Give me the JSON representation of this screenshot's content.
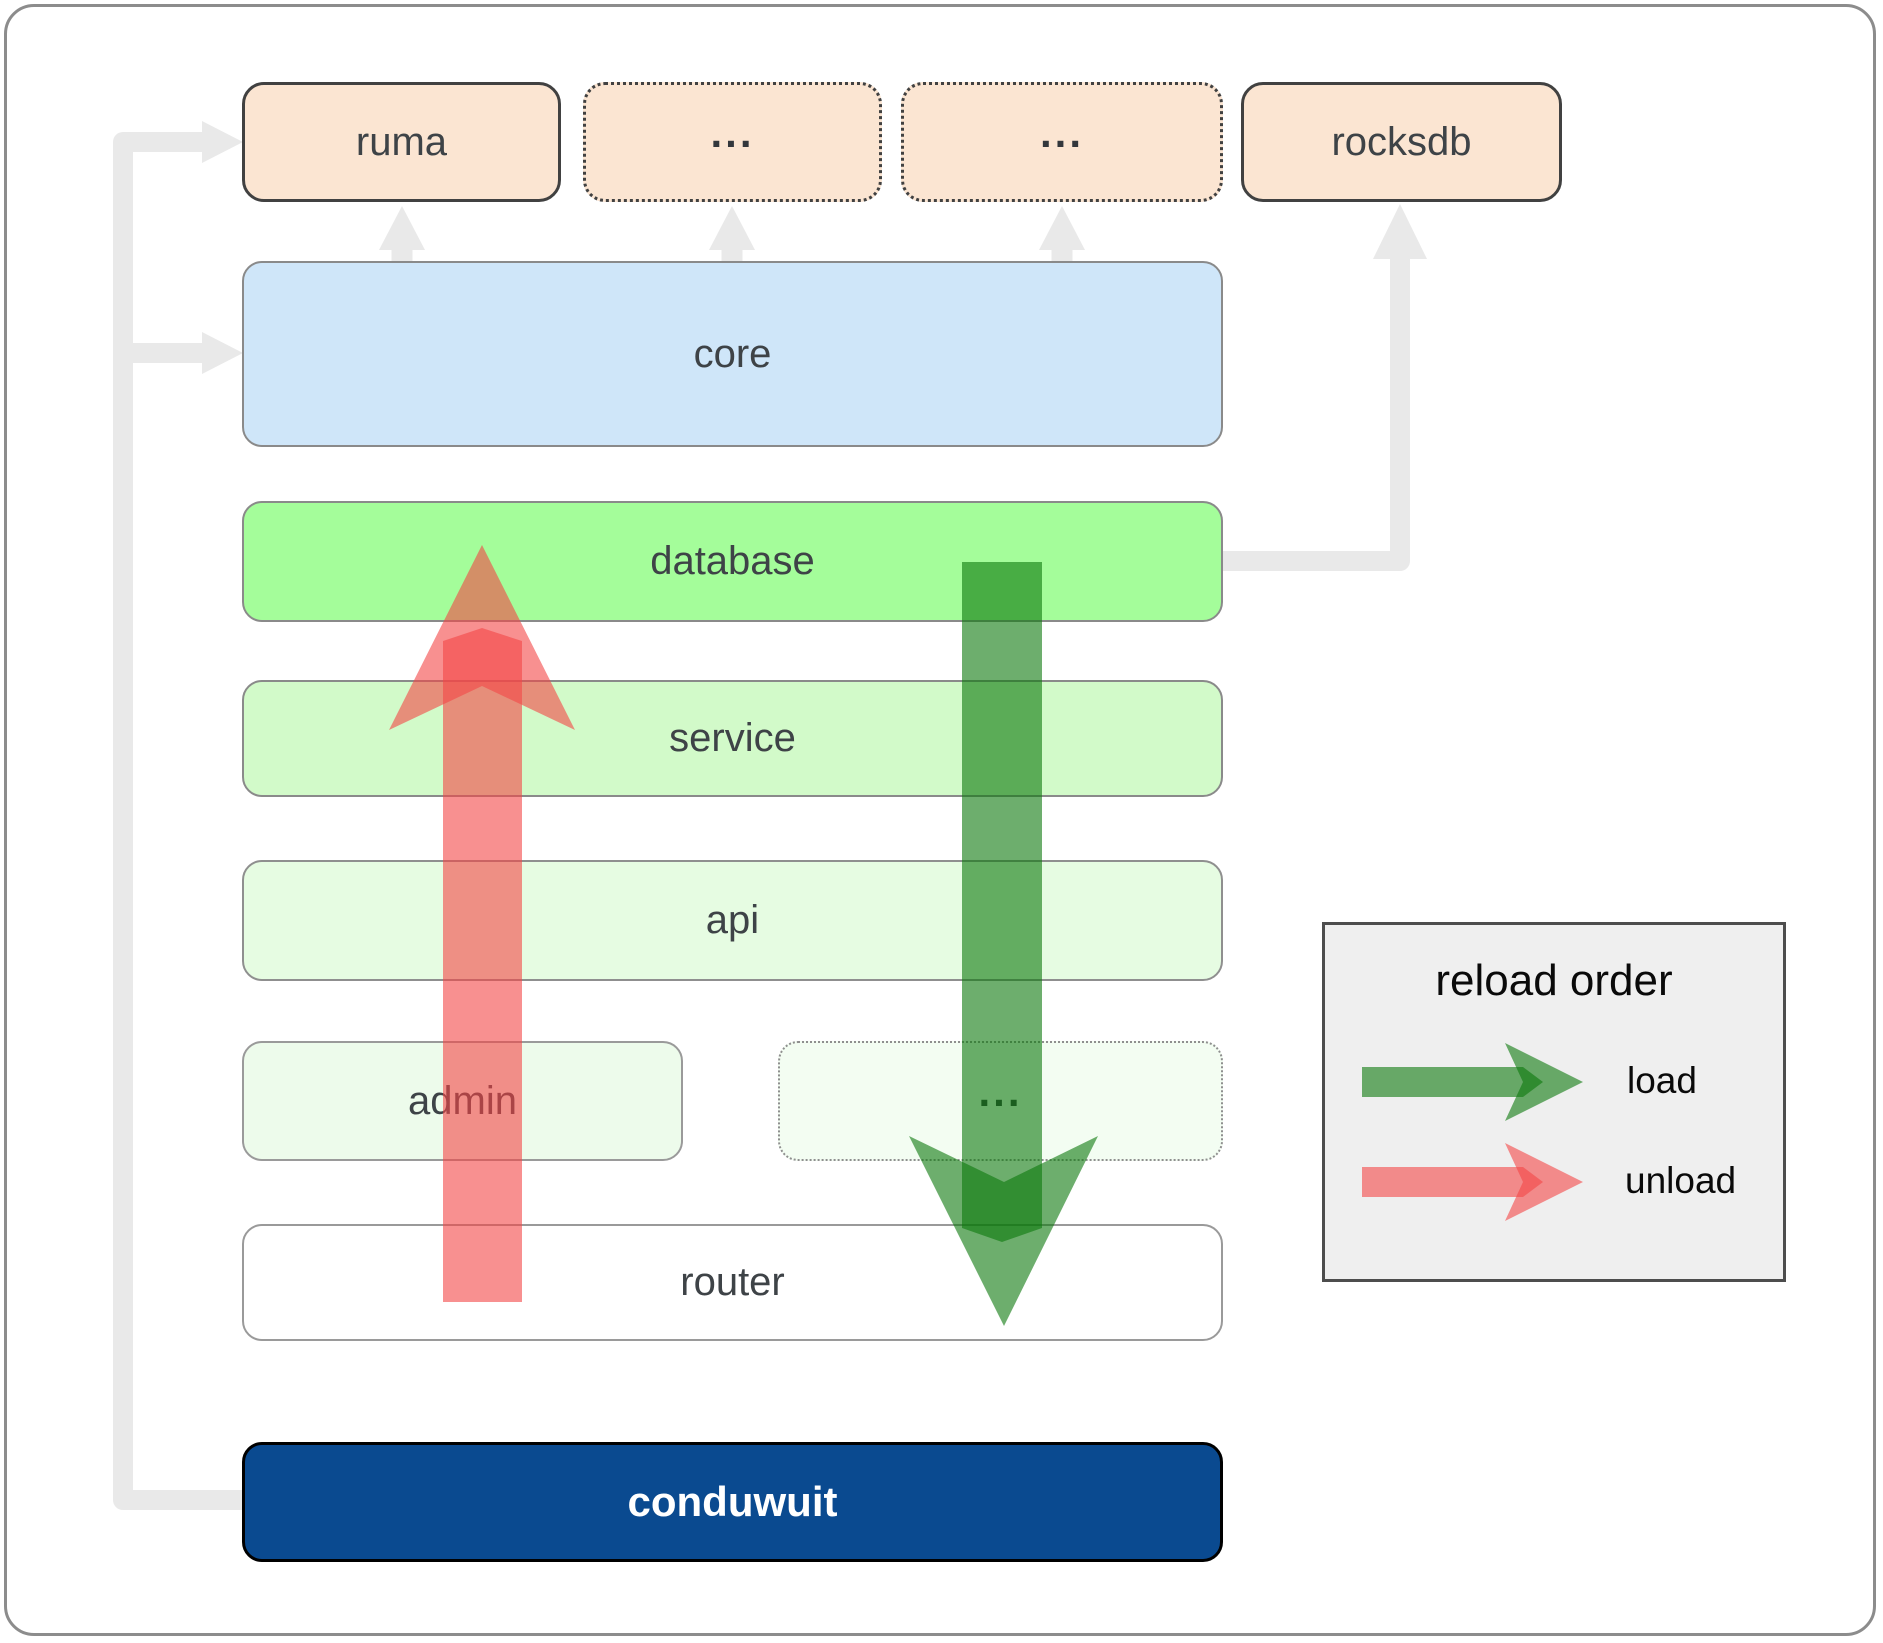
{
  "diagram": {
    "nodes": {
      "ruma": {
        "label": "ruma"
      },
      "ellipsis_top_1": {
        "label": "..."
      },
      "ellipsis_top_2": {
        "label": "..."
      },
      "rocksdb": {
        "label": "rocksdb"
      },
      "core": {
        "label": "core"
      },
      "database": {
        "label": "database"
      },
      "service": {
        "label": "service"
      },
      "api": {
        "label": "api"
      },
      "admin": {
        "label": "admin"
      },
      "ellipsis_admin": {
        "label": "..."
      },
      "router": {
        "label": "router"
      },
      "conduwuit": {
        "label": "conduwuit"
      }
    },
    "legend": {
      "title": "reload order",
      "items": [
        {
          "label": "load",
          "color": "#0c780c"
        },
        {
          "label": "unload",
          "color": "#f34646"
        }
      ]
    },
    "colors": {
      "load_arrow": "#0c780c",
      "unload_arrow": "#f34646",
      "connector": "#e9e9e9",
      "peach_fill": "#fbe5d2",
      "core_fill": "#cfe6f9",
      "database_fill": "#a4fd9a",
      "service_fill": "#d2fac9",
      "api_fill": "#e6fce2",
      "admin_fill": "#edfbeb",
      "router_fill": "#ffffff",
      "conduwuit_fill": "#0a4a90",
      "legend_bg": "#efefef"
    }
  }
}
